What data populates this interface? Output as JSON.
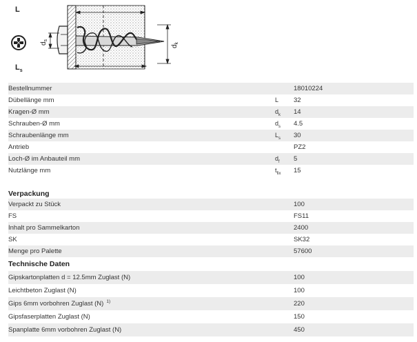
{
  "drawing": {
    "label_L": "L",
    "label_Ls_main": "L",
    "label_Ls_sub": "s",
    "label_ds_main": "d",
    "label_ds_sub": "s",
    "label_dk_main": "d",
    "label_dk_sub": "k",
    "icon": "pozidriv-icon"
  },
  "specs": [
    {
      "label": "Bestellnummer",
      "symbol": "",
      "symbol_sub": "",
      "value": "18010224"
    },
    {
      "label": "Dübellänge mm",
      "symbol": "L",
      "symbol_sub": "",
      "value": "32"
    },
    {
      "label": "Kragen-Ø mm",
      "symbol": "d",
      "symbol_sub": "k",
      "value": "14"
    },
    {
      "label": "Schrauben-Ø mm",
      "symbol": "d",
      "symbol_sub": "s",
      "value": "4.5"
    },
    {
      "label": "Schraubenlänge mm",
      "symbol": "L",
      "symbol_sub": "s",
      "value": "30"
    },
    {
      "label": "Antrieb",
      "symbol": "",
      "symbol_sub": "",
      "value": "PZ2"
    },
    {
      "label": "Loch-Ø im Anbauteil mm",
      "symbol": "d",
      "symbol_sub": "f",
      "value": "5"
    },
    {
      "label": "Nutzlänge mm",
      "symbol": "t",
      "symbol_sub": "fix",
      "value": "15"
    }
  ],
  "packaging": {
    "title": "Verpackung",
    "rows": [
      {
        "label": "Verpackt zu Stück",
        "value": "100"
      },
      {
        "label": "FS",
        "value": "FS11"
      },
      {
        "label": "Inhalt pro Sammelkarton",
        "value": "2400"
      },
      {
        "label": "SK",
        "value": "SK32"
      },
      {
        "label": "Menge pro Palette",
        "value": "57600"
      }
    ]
  },
  "technical": {
    "title": "Technische Daten",
    "rows": [
      {
        "label": "Gipskartonplatten d = 12.5mm Zuglast (N)",
        "note": "",
        "value": "100"
      },
      {
        "label": "Leichtbeton Zuglast (N)",
        "note": "",
        "value": "100"
      },
      {
        "label": "Gips 6mm vorbohren Zuglast (N)",
        "note": "1)",
        "value": "220"
      },
      {
        "label": "Gipsfaserplatten Zuglast (N)",
        "note": "",
        "value": "150"
      },
      {
        "label": "Spanplatte 6mm vorbohren Zuglast (N)",
        "note": "",
        "value": "450"
      }
    ]
  }
}
